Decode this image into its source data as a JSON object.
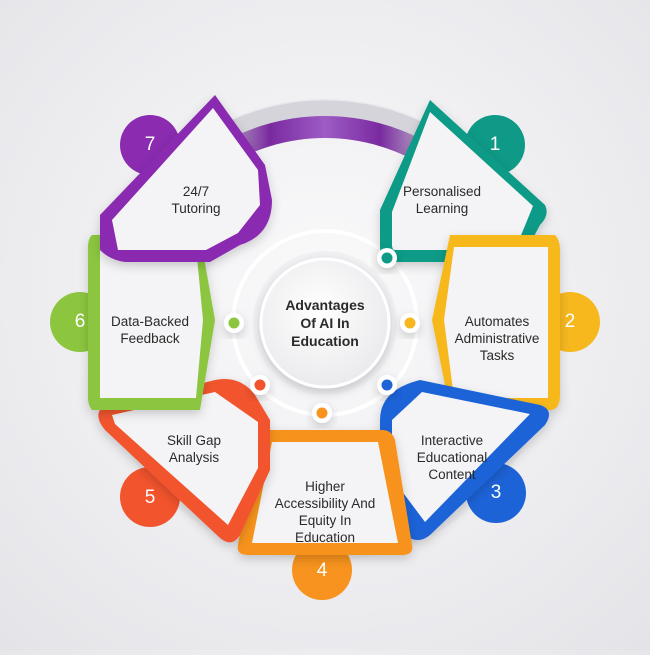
{
  "center": {
    "title": "Advantages\nOf AI In\nEducation"
  },
  "steps": [
    {
      "number": "1",
      "label": "Personalised\nLearning",
      "color": "#0e9a86",
      "color_dark": "#0a7a6b"
    },
    {
      "number": "2",
      "label": "Automates\nAdministrative\nTasks",
      "color": "#f7b81e",
      "color_dark": "#e59b10"
    },
    {
      "number": "3",
      "label": "Interactive\nEducational\nContent",
      "color": "#1d63d8",
      "color_dark": "#1549a8"
    },
    {
      "number": "4",
      "label": "Higher\nAccessibility And\nEquity In\nEducation",
      "color": "#f7931e",
      "color_dark": "#e17a0c"
    },
    {
      "number": "5",
      "label": "Skill Gap\nAnalysis",
      "color": "#f2542d",
      "color_dark": "#d83e1c"
    },
    {
      "number": "6",
      "label": "Data-Backed\nFeedback",
      "color": "#8cc63f",
      "color_dark": "#6ea82a"
    },
    {
      "number": "7",
      "label": "24/7\nTutoring",
      "color": "#8a2bb0",
      "color_dark": "#6c1c8d"
    }
  ]
}
